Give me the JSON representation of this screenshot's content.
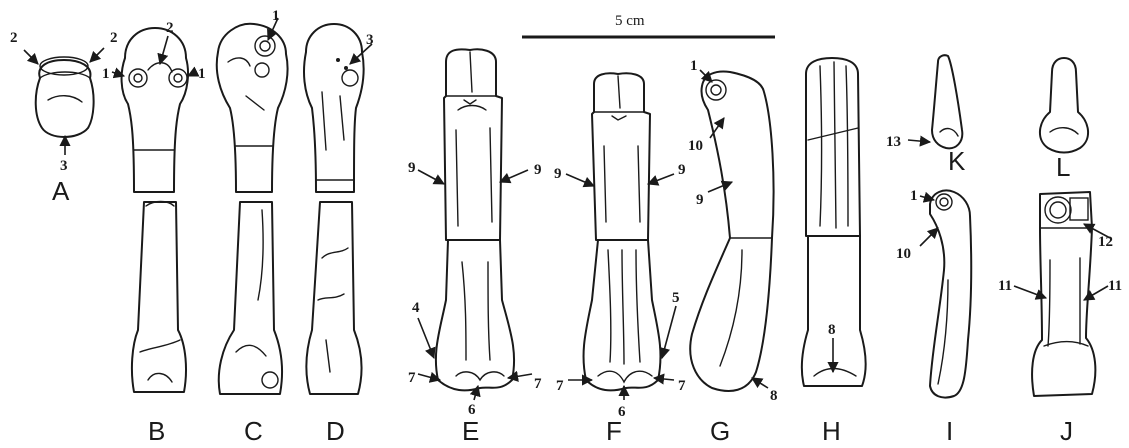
{
  "scale_bar": {
    "label": "5 cm"
  },
  "panels": [
    {
      "id": "A",
      "label": "A"
    },
    {
      "id": "B",
      "label": "B"
    },
    {
      "id": "C",
      "label": "C"
    },
    {
      "id": "D",
      "label": "D"
    },
    {
      "id": "E",
      "label": "E"
    },
    {
      "id": "F",
      "label": "F"
    },
    {
      "id": "G",
      "label": "G"
    },
    {
      "id": "H",
      "label": "H"
    },
    {
      "id": "I",
      "label": "I"
    },
    {
      "id": "J",
      "label": "J"
    },
    {
      "id": "K",
      "label": "K"
    },
    {
      "id": "L",
      "label": "L"
    }
  ],
  "annotations": {
    "n1": "1",
    "n2": "2",
    "n3": "3",
    "n4": "4",
    "n5": "5",
    "n6": "6",
    "n7": "7",
    "n8": "8",
    "n9": "9",
    "n10": "10",
    "n11": "11",
    "n12": "12",
    "n13": "13"
  }
}
